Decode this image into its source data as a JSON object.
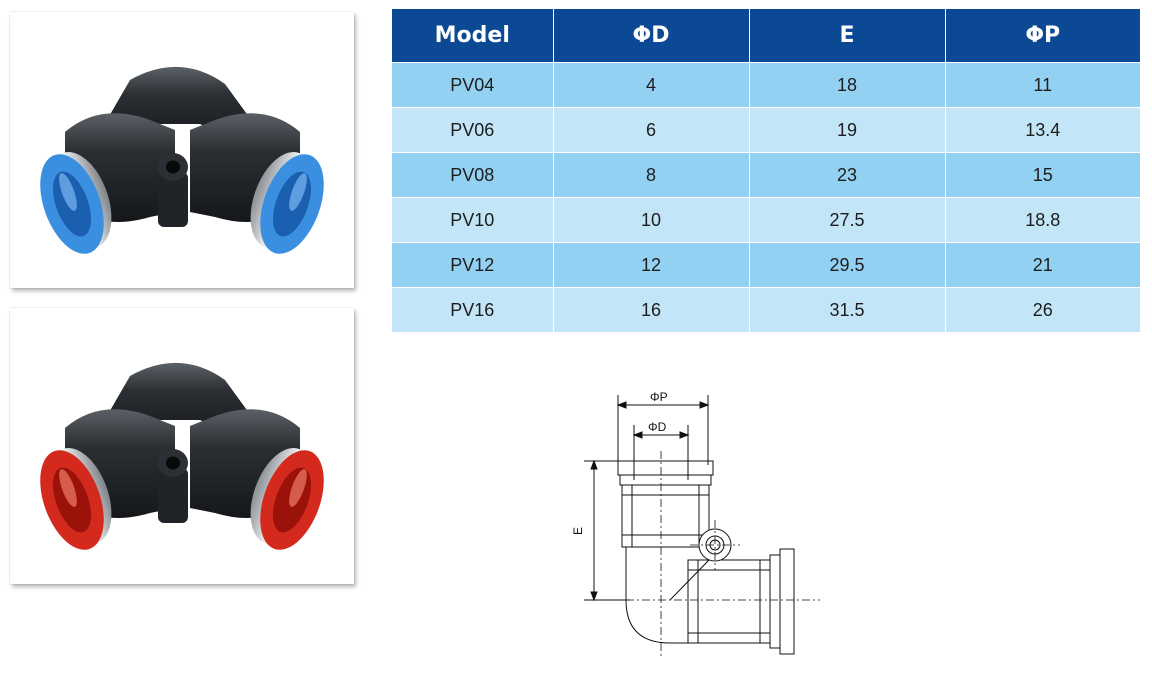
{
  "products": [
    {
      "ring_color": "#3a8fe0",
      "ring_highlight": "#8cc6ff"
    },
    {
      "ring_color": "#d42a1e",
      "ring_highlight": "#ff8d7a"
    }
  ],
  "table": {
    "headers": [
      "Model",
      "ΦD",
      "E",
      "ΦP"
    ],
    "rows": [
      [
        "PV04",
        "4",
        "18",
        "11"
      ],
      [
        "PV06",
        "6",
        "19",
        "13.4"
      ],
      [
        "PV08",
        "8",
        "23",
        "15"
      ],
      [
        "PV10",
        "10",
        "27.5",
        "18.8"
      ],
      [
        "PV12",
        "12",
        "29.5",
        "21"
      ],
      [
        "PV16",
        "16",
        "31.5",
        "26"
      ]
    ],
    "colors": {
      "header": "#0c4994",
      "row_dark": "#93d1f2",
      "row_light": "#c2e5f8"
    }
  },
  "drawing": {
    "label_phi_p": "ΦP",
    "label_phi_d": "ΦD",
    "label_e": "E"
  }
}
